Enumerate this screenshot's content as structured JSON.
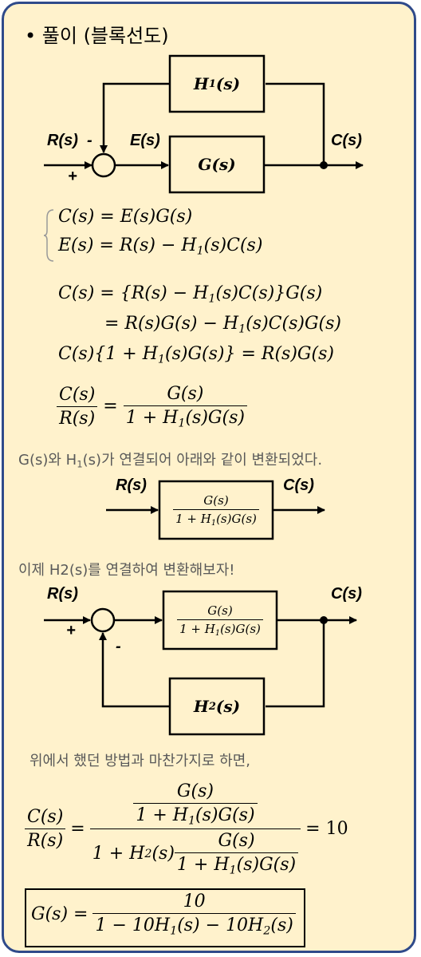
{
  "title": "• 풀이 (블록선도)",
  "diagram1": {
    "block_h1": "H",
    "block_h1_sub": "1",
    "block_h1_arg": "(s)",
    "block_g": "G(s)",
    "label_r": "R(s)",
    "label_e": "E(s)",
    "label_c": "C(s)",
    "sign_minus": "-",
    "sign_plus": "+"
  },
  "eq1": {
    "a": "C(s) = E(s)G(s)",
    "b_pre": "E(s) = R(s) − H",
    "b_sub": "1",
    "b_post": "(s)C(s)"
  },
  "eq2": {
    "l1_pre": "C(s) = {R(s) − H",
    "l1_sub": "1",
    "l1_post": "(s)C(s)}G(s)",
    "l2_pre": "= R(s)G(s) − H",
    "l2_sub": "1",
    "l2_post": "(s)C(s)G(s)",
    "l3_pre": "C(s){1 + H",
    "l3_sub": "1",
    "l3_post": "(s)G(s)} = R(s)G(s)"
  },
  "eq3": {
    "num": "C(s)",
    "den": "R(s)",
    "eq": "=",
    "rnum": "G(s)",
    "rden_pre": "1 + H",
    "rden_sub": "1",
    "rden_post": "(s)G(s)"
  },
  "note1": {
    "pre": "G(s)와 H",
    "sub": "1",
    "post": "(s)가 연결되어 아래와 같이 변환되었다."
  },
  "diagram2": {
    "label_r": "R(s)",
    "label_c": "C(s)",
    "num": "G(s)",
    "den_pre": "1 + H",
    "den_sub": "1",
    "den_post": "(s)G(s)"
  },
  "note2": "이제 H2(s)를 연결하여 변환해보자!",
  "diagram3": {
    "label_r": "R(s)",
    "label_c": "C(s)",
    "sign_plus": "+",
    "sign_minus": "-",
    "num": "G(s)",
    "den_pre": "1 + H",
    "den_sub": "1",
    "den_post": "(s)G(s)",
    "block_h2": "H",
    "block_h2_sub": "2",
    "block_h2_arg": "(s)"
  },
  "note3": "위에서 했던 방법과 마찬가지로 하면,",
  "eq4": {
    "lnum": "C(s)",
    "lden": "R(s)",
    "eq": "=",
    "inner_num": "G(s)",
    "inner_den_pre": "1 + H",
    "inner_den_sub": "1",
    "inner_den_post": "(s)G(s)",
    "den_pre": "1 + H",
    "den_sub": "2",
    "den_post": "(s)",
    "result": "= 10"
  },
  "eq5": {
    "lhs": "G(s) =",
    "num": "10",
    "den_pre": "1 − 10H",
    "den_sub1": "1",
    "den_mid": "(s) − 10H",
    "den_sub2": "2",
    "den_post": "(s)"
  }
}
